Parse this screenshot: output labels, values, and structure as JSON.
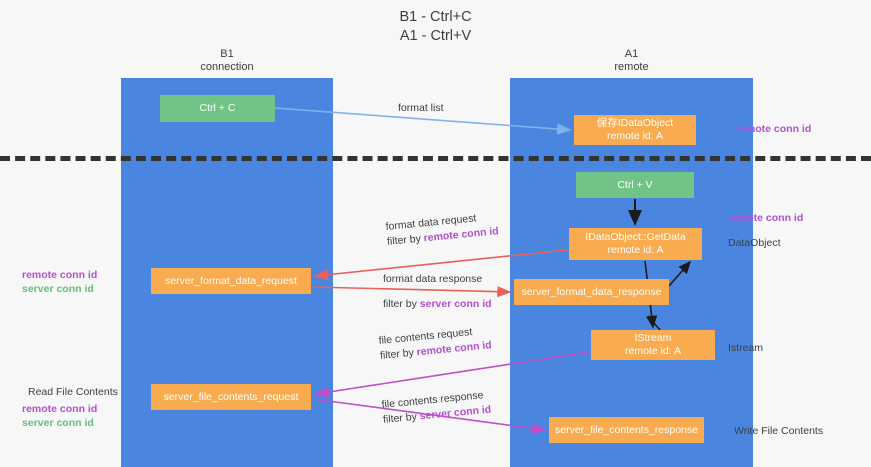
{
  "title": {
    "line1": "B1 - Ctrl+C",
    "line2": "A1 - Ctrl+V"
  },
  "lanes": [
    {
      "id": "b1",
      "name": "B1",
      "subtitle": "connection"
    },
    {
      "id": "a1",
      "name": "A1",
      "subtitle": "remote"
    }
  ],
  "boxes": {
    "ctrl_c": {
      "line1": "Ctrl + C",
      "line2": "",
      "color": "#72c387"
    },
    "save_idataobject": {
      "line1": "保存IDataObject",
      "line2": "remote id: A",
      "color": "#f9ab50"
    },
    "ctrl_v": {
      "line1": "Ctrl + V",
      "line2": "",
      "color": "#72c387"
    },
    "getdata": {
      "line1": "IDataObject::GetData",
      "line2": "remote id: A",
      "color": "#f9ab50"
    },
    "format_data_request": {
      "line1": "server_format_data_request",
      "line2": "",
      "color": "#f9ab50"
    },
    "format_data_response": {
      "line1": "server_format_data_response",
      "line2": "",
      "color": "#f9ab50"
    },
    "istream": {
      "line1": "IStream",
      "line2": "remote id: A",
      "color": "#f9ab50"
    },
    "file_contents_request": {
      "line1": "server_file_contents_request",
      "line2": "",
      "color": "#f9ab50"
    },
    "file_contents_response": {
      "line1": "server_file_contents_response",
      "line2": "",
      "color": "#f9ab50"
    }
  },
  "edge_labels": {
    "format_list": "format list",
    "format_data_request": {
      "line1": "format data request",
      "filter_prefix": "filter by ",
      "filter_key": "remote conn id"
    },
    "format_data_response": {
      "line1": "format data response",
      "filter_prefix": "filter by ",
      "filter_key": "server conn id"
    },
    "file_contents_request": {
      "line1": "file contents request",
      "filter_prefix": "filter by ",
      "filter_key": "remote conn id"
    },
    "file_contents_response": {
      "line1": "file contents response",
      "filter_prefix": "filter by ",
      "filter_key": "server conn id"
    }
  },
  "annotations": {
    "right_remote_conn_id_top": "remote conn id",
    "right_remote_conn_id_mid": "remote conn id",
    "right_dataobject": "DataObject",
    "right_istream": "Istream",
    "right_write_file_contents": "Write File Contents",
    "left_remote_conn_id_1": "remote conn id",
    "left_server_conn_id_1": "server conn id",
    "left_read_file_contents": "Read File Contents",
    "left_remote_conn_id_2": "remote conn id",
    "left_server_conn_id_2": "server conn id"
  },
  "colors": {
    "lane": "#4a86e0",
    "green_box": "#72c387",
    "orange_box": "#f9ab50",
    "purple_text": "#b44fd0",
    "green_text": "#65bd7e",
    "arrow_blue": "#7fb4e8",
    "arrow_red": "#e8615a",
    "arrow_black": "#1a1a1a",
    "arrow_magenta": "#c04fc8",
    "background": "#f7f7f7",
    "divider": "#333333"
  }
}
